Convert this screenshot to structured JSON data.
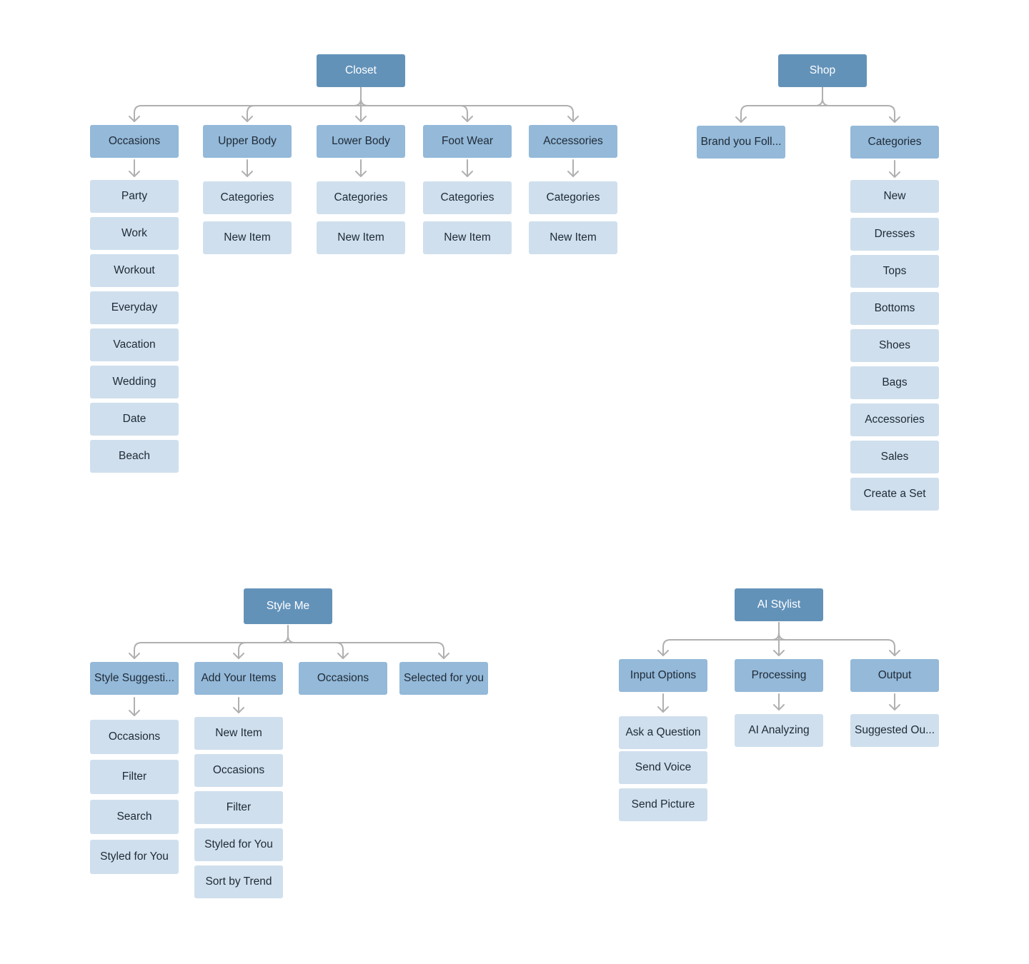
{
  "colors": {
    "root_bg": "#6392b9",
    "level1_bg": "#94b9d9",
    "leaf_bg": "#cfdfed",
    "connector": "#b0b0b0"
  },
  "closet": {
    "title": "Closet",
    "occasions": {
      "label": "Occasions",
      "items": [
        "Party",
        "Work",
        "Workout",
        "Everyday",
        "Vacation",
        "Wedding",
        "Date",
        "Beach"
      ]
    },
    "upper_body": {
      "label": "Upper Body",
      "items": [
        "Categories",
        "New Item"
      ]
    },
    "lower_body": {
      "label": "Lower Body",
      "items": [
        "Categories",
        "New Item"
      ]
    },
    "foot_wear": {
      "label": "Foot Wear",
      "items": [
        "Categories",
        "New Item"
      ]
    },
    "accessories": {
      "label": "Accessories",
      "items": [
        "Categories",
        "New Item"
      ]
    }
  },
  "shop": {
    "title": "Shop",
    "brand": {
      "label": "Brand you Foll..."
    },
    "categories": {
      "label": "Categories",
      "items": [
        "New",
        "Dresses",
        "Tops",
        "Bottoms",
        "Shoes",
        "Bags",
        "Accessories",
        "Sales",
        "Create a Set"
      ]
    }
  },
  "style_me": {
    "title": "Style Me",
    "style_suggestions": {
      "label": "Style Suggesti...",
      "items": [
        "Occasions",
        "Filter",
        "Search",
        "Styled for You"
      ]
    },
    "add_your_items": {
      "label": "Add Your Items",
      "items": [
        "New Item",
        "Occasions",
        "Filter",
        "Styled for You",
        "Sort by Trend"
      ]
    },
    "occasions": {
      "label": "Occasions"
    },
    "selected_for_you": {
      "label": "Selected for you"
    }
  },
  "ai_stylist": {
    "title": "AI Stylist",
    "input_options": {
      "label": "Input Options",
      "items": [
        "Ask a Question",
        "Send Voice",
        "Send Picture"
      ]
    },
    "processing": {
      "label": "Processing",
      "items": [
        "AI Analyzing"
      ]
    },
    "output": {
      "label": "Output",
      "items": [
        "Suggested Ou..."
      ]
    }
  }
}
